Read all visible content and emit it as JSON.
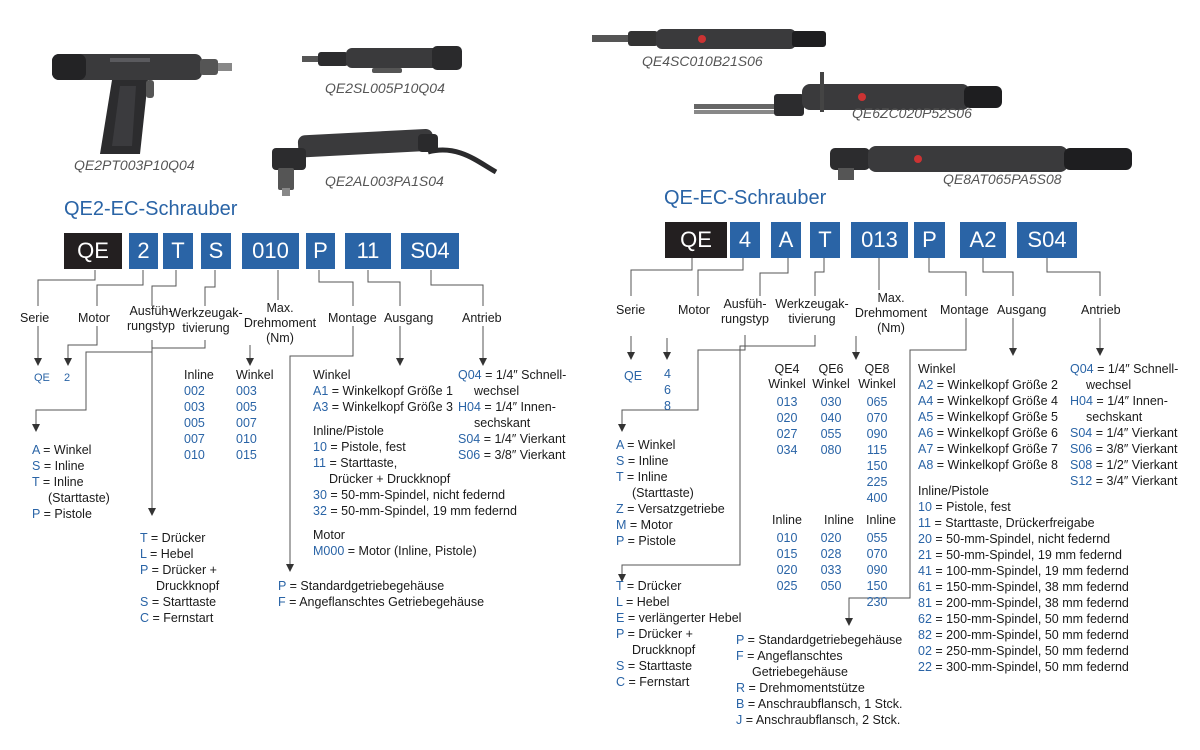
{
  "captions": {
    "qe2pt": "QE2PT003P10Q04",
    "qe2sl": "QE2SL005P10Q04",
    "qe2al": "QE2AL003PA1S04",
    "qe4sc": "QE4SC010B21S06",
    "qe6zc": "QE6ZC020P52S06",
    "qe8at": "QE8AT065PA5S08"
  },
  "qe2": {
    "title": "QE2-EC-Schrauber",
    "boxes": [
      "QE",
      "2",
      "T",
      "S",
      "010",
      "P",
      "11",
      "S04"
    ],
    "headers": {
      "serie": "Serie",
      "motor": "Motor",
      "ausf1": "Ausfüh-",
      "ausf2": "rungstyp",
      "werk1": "Werkzeugak-",
      "werk2": "tivierung",
      "dreh1": "Max.",
      "dreh2": "Drehmoment",
      "dreh3": "(Nm)",
      "montage": "Montage",
      "ausgang": "Ausgang",
      "antrieb": "Antrieb"
    },
    "serie_val": "QE",
    "motor_val": "2",
    "ausf": [
      {
        "code": "A",
        "text": "= Winkel"
      },
      {
        "code": "S",
        "text": "= Inline"
      },
      {
        "code": "T",
        "text": "= Inline"
      },
      {
        "code": "",
        "text": "(Starttaste)"
      },
      {
        "code": "P",
        "text": "= Pistole"
      }
    ],
    "werk": [
      {
        "code": "T",
        "text": "= Drücker"
      },
      {
        "code": "L",
        "text": "= Hebel"
      },
      {
        "code": "P",
        "text": "= Drücker +"
      },
      {
        "code": "",
        "text": "Druckknopf"
      },
      {
        "code": "S",
        "text": "= Starttaste"
      },
      {
        "code": "C",
        "text": "= Fernstart"
      }
    ],
    "torque": {
      "inline_label": "Inline",
      "winkel_label": "Winkel",
      "inline": [
        "002",
        "003",
        "005",
        "007",
        "010"
      ],
      "winkel": [
        "003",
        "005",
        "007",
        "010",
        "015"
      ]
    },
    "ausgang": {
      "winkel_label": "Winkel",
      "winkel": [
        {
          "code": "A1",
          "text": "= Winkelkopf Größe 1"
        },
        {
          "code": "A3",
          "text": "= Winkelkopf Größe 3"
        }
      ],
      "inline_label": "Inline/Pistole",
      "inline": [
        {
          "code": "10",
          "text": "= Pistole, fest"
        },
        {
          "code": "11",
          "text": "= Starttaste,"
        },
        {
          "code": "",
          "text": "Drücker + Druckknopf"
        },
        {
          "code": "30",
          "text": "= 50-mm-Spindel, nicht federnd"
        },
        {
          "code": "32",
          "text": "= 50-mm-Spindel, 19 mm federnd"
        }
      ],
      "motor_label": "Motor",
      "motor": [
        {
          "code": "M000",
          "text": "= Motor (Inline, Pistole)"
        }
      ]
    },
    "montage": [
      {
        "code": "P",
        "text": "= Standardgetriebegehäuse"
      },
      {
        "code": "F",
        "text": "= Angeflanschtes Getriebegehäuse"
      }
    ],
    "antrieb": [
      {
        "code": "Q04",
        "text": "= 1/4″ Schnell-"
      },
      {
        "code": "",
        "text": "wechsel"
      },
      {
        "code": "H04",
        "text": "= 1/4″ Innen-"
      },
      {
        "code": "",
        "text": "sechskant"
      },
      {
        "code": "S04",
        "text": "= 1/4″ Vierkant"
      },
      {
        "code": "S06",
        "text": "= 3/8″ Vierkant"
      }
    ]
  },
  "qe": {
    "title": "QE-EC-Schrauber",
    "boxes": [
      "QE",
      "4",
      "A",
      "T",
      "013",
      "P",
      "A2",
      "S04"
    ],
    "headers": {
      "serie": "Serie",
      "motor": "Motor",
      "ausf1": "Ausfüh-",
      "ausf2": "rungstyp",
      "werk1": "Werkzeugak-",
      "werk2": "tivierung",
      "dreh1": "Max.",
      "dreh2": "Drehmoment",
      "dreh3": "(Nm)",
      "montage": "Montage",
      "ausgang": "Ausgang",
      "antrieb": "Antrieb"
    },
    "serie_val": "QE",
    "motor_vals": [
      "4",
      "6",
      "8"
    ],
    "ausf": [
      {
        "code": "A",
        "text": "= Winkel"
      },
      {
        "code": "S",
        "text": "= Inline"
      },
      {
        "code": "T",
        "text": "= Inline"
      },
      {
        "code": "",
        "text": "(Starttaste)"
      },
      {
        "code": "Z",
        "text": "= Versatzgetriebe"
      },
      {
        "code": "M",
        "text": "= Motor"
      },
      {
        "code": "P",
        "text": "= Pistole"
      }
    ],
    "werk": [
      {
        "code": "T",
        "text": "= Drücker"
      },
      {
        "code": "L",
        "text": "= Hebel"
      },
      {
        "code": "E",
        "text": "= verlängerter Hebel"
      },
      {
        "code": "P",
        "text": "= Drücker +"
      },
      {
        "code": "",
        "text": "Druckknopf"
      },
      {
        "code": "S",
        "text": "= Starttaste"
      },
      {
        "code": "C",
        "text": "= Fernstart"
      }
    ],
    "torque": {
      "cols": [
        {
          "head1": "QE4",
          "head2": "Winkel",
          "winkel": [
            "013",
            "020",
            "027",
            "034"
          ],
          "inline_label": "Inline",
          "inline": [
            "010",
            "015",
            "020",
            "025"
          ]
        },
        {
          "head1": "QE6",
          "head2": "Winkel",
          "winkel": [
            "030",
            "040",
            "055",
            "080"
          ],
          "inline_label": "Inline",
          "inline": [
            "020",
            "028",
            "033",
            "050"
          ]
        },
        {
          "head1": "QE8",
          "head2": "Winkel",
          "winkel": [
            "065",
            "070",
            "090",
            "115",
            "150",
            "225",
            "400"
          ],
          "inline_label": "Inline",
          "inline": [
            "055",
            "070",
            "090",
            "150",
            "230"
          ]
        }
      ]
    },
    "montage": [
      {
        "code": "P",
        "text": "= Standardgetriebegehäuse"
      },
      {
        "code": "F",
        "text": "= Angeflanschtes"
      },
      {
        "code": "",
        "text": "Getriebegehäuse"
      },
      {
        "code": "R",
        "text": "= Drehmomentstütze"
      },
      {
        "code": "B",
        "text": "= Anschraubflansch, 1 Stck."
      },
      {
        "code": "J",
        "text": "= Anschraubflansch, 2 Stck."
      }
    ],
    "ausgang": {
      "winkel_label": "Winkel",
      "winkel": [
        {
          "code": "A2",
          "text": "= Winkelkopf Größe 2"
        },
        {
          "code": "A4",
          "text": "= Winkelkopf Größe 4"
        },
        {
          "code": "A5",
          "text": "= Winkelkopf Größe 5"
        },
        {
          "code": "A6",
          "text": "= Winkelkopf Größe 6"
        },
        {
          "code": "A7",
          "text": "= Winkelkopf Größe 7"
        },
        {
          "code": "A8",
          "text": "= Winkelkopf Größe 8"
        }
      ],
      "inline_label": "Inline/Pistole",
      "inline": [
        {
          "code": "10",
          "text": "= Pistole, fest"
        },
        {
          "code": "11",
          "text": "= Starttaste, Drückerfreigabe"
        },
        {
          "code": "20",
          "text": "= 50-mm-Spindel, nicht federnd"
        },
        {
          "code": "21",
          "text": "= 50-mm-Spindel, 19 mm federnd"
        },
        {
          "code": "41",
          "text": "= 100-mm-Spindel, 19 mm federnd"
        },
        {
          "code": "61",
          "text": "= 150-mm-Spindel, 38 mm federnd"
        },
        {
          "code": "81",
          "text": "= 200-mm-Spindel, 38 mm federnd"
        },
        {
          "code": "62",
          "text": "= 150-mm-Spindel, 50 mm federnd"
        },
        {
          "code": "82",
          "text": "= 200-mm-Spindel, 50 mm federnd"
        },
        {
          "code": "02",
          "text": "= 250-mm-Spindel, 50 mm federnd"
        },
        {
          "code": "22",
          "text": "= 300-mm-Spindel, 50 mm federnd"
        }
      ]
    },
    "antrieb": [
      {
        "code": "Q04",
        "text": "= 1/4″ Schnell-"
      },
      {
        "code": "",
        "text": "wechsel"
      },
      {
        "code": "H04",
        "text": "= 1/4″ Innen-"
      },
      {
        "code": "",
        "text": "sechskant"
      },
      {
        "code": "S04",
        "text": "= 1/4″ Vierkant"
      },
      {
        "code": "S06",
        "text": "= 3/8″ Vierkant"
      },
      {
        "code": "S08",
        "text": "= 1/2″ Vierkant"
      },
      {
        "code": "S12",
        "text": "= 3/4″ Vierkant"
      }
    ]
  },
  "colors": {
    "accent": "#2a64a6",
    "dark_box": "#231f20"
  }
}
